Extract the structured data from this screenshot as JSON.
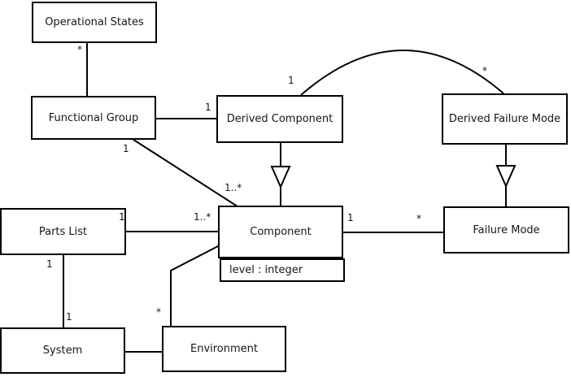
{
  "diagram_type": "uml-class-diagram",
  "colors": {
    "background": "#ffffff",
    "box_fill": "#ffffff",
    "box_border": "#000000",
    "line": "#000000",
    "text": "#161616"
  },
  "classes": [
    {
      "name": "Operational States"
    },
    {
      "name": "Functional Group"
    },
    {
      "name": "Derived Component"
    },
    {
      "name": "Derived Failure Mode"
    },
    {
      "name": "Component",
      "attributes": [
        "level : integer"
      ]
    },
    {
      "name": "Failure Mode"
    },
    {
      "name": "Parts List"
    },
    {
      "name": "System"
    },
    {
      "name": "Environment"
    }
  ],
  "relationships": [
    {
      "from": "Operational States",
      "to": "Functional Group",
      "type": "association",
      "from_label": "*"
    },
    {
      "from": "Functional Group",
      "to": "Derived Component",
      "type": "association",
      "to_label": "1"
    },
    {
      "from": "Functional Group",
      "to": "Component",
      "type": "association",
      "from_label": "1",
      "to_label": "1..*"
    },
    {
      "from": "Derived Component",
      "to": "Component",
      "type": "generalization"
    },
    {
      "from": "Derived Component",
      "to": "Derived Failure Mode",
      "type": "association-arc",
      "from_label": "1",
      "to_label": "*"
    },
    {
      "from": "Derived Failure Mode",
      "to": "Failure Mode",
      "type": "generalization"
    },
    {
      "from": "Component",
      "to": "Failure Mode",
      "type": "association",
      "from_label": "1",
      "to_label": "*"
    },
    {
      "from": "Parts List",
      "to": "Component",
      "type": "association",
      "from_label": "1",
      "to_label": "1..*"
    },
    {
      "from": "Parts List",
      "to": "System",
      "type": "association",
      "from_label": "1",
      "to_label": "1"
    },
    {
      "from": "System",
      "to": "Environment",
      "type": "association"
    },
    {
      "from": "Environment",
      "to": "Component",
      "type": "association",
      "from_label": "*"
    }
  ]
}
